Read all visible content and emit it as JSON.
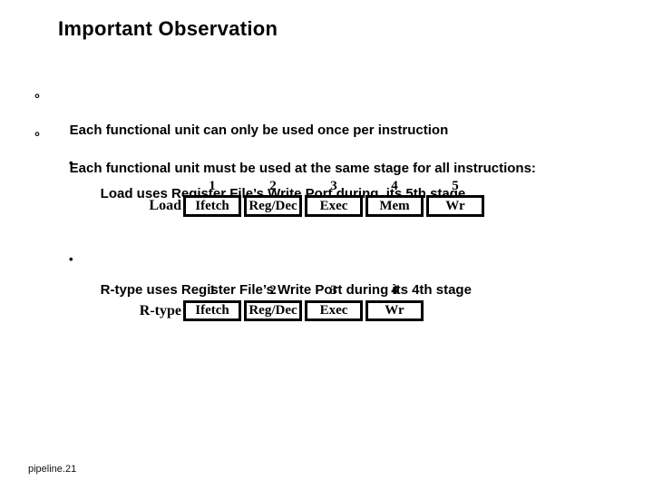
{
  "slide": {
    "title": "Important Observation",
    "footer": "pipeline.21"
  },
  "markers": {
    "degree": "°",
    "dot": "•"
  },
  "bullets": {
    "b1": "Each functional unit can only be used once per instruction",
    "b2": "Each functional unit must be used at the same stage for all instructions:",
    "sb1": "Load uses Register File’s Write Port during  its 5th stage",
    "sb2": "R-type uses Register File’s Write Port during its 4th stage"
  },
  "colors": {
    "text": "#000000",
    "background": "#ffffff",
    "box_border": "#000000",
    "box_fill": "#ffffff"
  },
  "diagrams": [
    {
      "label": "Load",
      "stages": [
        {
          "num": "1",
          "name": "Ifetch"
        },
        {
          "num": "2",
          "name": "Reg/Dec"
        },
        {
          "num": "3",
          "name": "Exec"
        },
        {
          "num": "4",
          "name": "Mem"
        },
        {
          "num": "5",
          "name": "Wr"
        }
      ]
    },
    {
      "label": "R-type",
      "stages": [
        {
          "num": "1",
          "name": "Ifetch"
        },
        {
          "num": "2",
          "name": "Reg/Dec"
        },
        {
          "num": "3",
          "name": "Exec"
        },
        {
          "num": "4",
          "name": "Wr"
        }
      ]
    }
  ]
}
